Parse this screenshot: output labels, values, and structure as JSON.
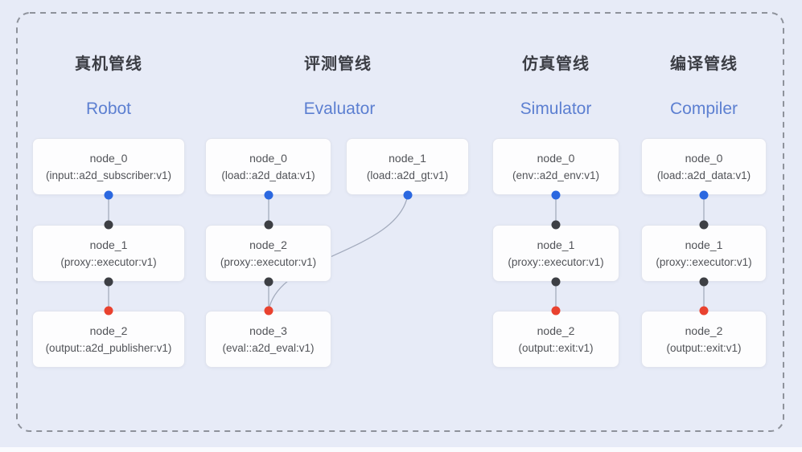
{
  "pipelines": [
    {
      "key": "robot",
      "title_zh": "真机管线",
      "title_en": "Robot",
      "nodes": [
        {
          "name": "node_0",
          "type": "(input::a2d_subscriber:v1)"
        },
        {
          "name": "node_1",
          "type": "(proxy::executor:v1)"
        },
        {
          "name": "node_2",
          "type": "(output::a2d_publisher:v1)"
        }
      ]
    },
    {
      "key": "evaluator",
      "title_zh": "评测管线",
      "title_en": "Evaluator",
      "nodes": [
        {
          "name": "node_0",
          "type": "(load::a2d_data:v1)"
        },
        {
          "name": "node_1",
          "type": "(load::a2d_gt:v1)"
        },
        {
          "name": "node_2",
          "type": "(proxy::executor:v1)"
        },
        {
          "name": "node_3",
          "type": "(eval::a2d_eval:v1)"
        }
      ]
    },
    {
      "key": "simulator",
      "title_zh": "仿真管线",
      "title_en": "Simulator",
      "nodes": [
        {
          "name": "node_0",
          "type": "(env::a2d_env:v1)"
        },
        {
          "name": "node_1",
          "type": "(proxy::executor:v1)"
        },
        {
          "name": "node_2",
          "type": "(output::exit:v1)"
        }
      ]
    },
    {
      "key": "compiler",
      "title_zh": "编译管线",
      "title_en": "Compiler",
      "nodes": [
        {
          "name": "node_0",
          "type": "(load::a2d_data:v1)"
        },
        {
          "name": "node_1",
          "type": "(proxy::executor:v1)"
        },
        {
          "name": "node_2",
          "type": "(output::exit:v1)"
        }
      ]
    }
  ],
  "ports": {
    "source_color": "#2b68e0",
    "intermediate_color": "#3d3f44",
    "sink_color": "#e9422f"
  },
  "colors": {
    "background": "#e7ebf7",
    "edge": "#a3abbd",
    "dashed_border": "#8e929b",
    "title_zh": "#3b3d44",
    "title_en": "#5c7fd1",
    "node_background": "#fdfdfe",
    "node_border": "#e1e4ee",
    "node_text": "#515358"
  }
}
